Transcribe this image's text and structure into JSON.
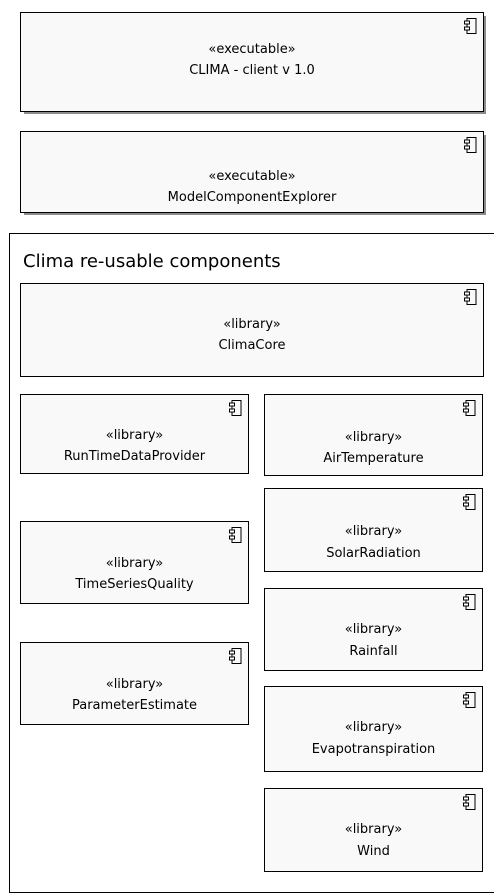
{
  "icon": "uml-component-icon",
  "executables": [
    {
      "stereotype": "«executable»",
      "name": "CLIMA - client v 1.0"
    },
    {
      "stereotype": "«executable»",
      "name": "ModelComponentExplorer"
    }
  ],
  "package": {
    "title": "Clima re-usable components",
    "core": {
      "stereotype": "«library»",
      "name": "ClimaCore"
    },
    "left_components": [
      {
        "stereotype": "«library»",
        "name": "RunTimeDataProvider"
      },
      {
        "stereotype": "«library»",
        "name": "TimeSeriesQuality"
      },
      {
        "stereotype": "«library»",
        "name": "ParameterEstimate"
      }
    ],
    "right_components": [
      {
        "stereotype": "«library»",
        "name": "AirTemperature"
      },
      {
        "stereotype": "«library»",
        "name": "SolarRadiation"
      },
      {
        "stereotype": "«library»",
        "name": "Rainfall"
      },
      {
        "stereotype": "«library»",
        "name": "Evapotranspiration"
      },
      {
        "stereotype": "«library»",
        "name": "Wind"
      }
    ]
  }
}
